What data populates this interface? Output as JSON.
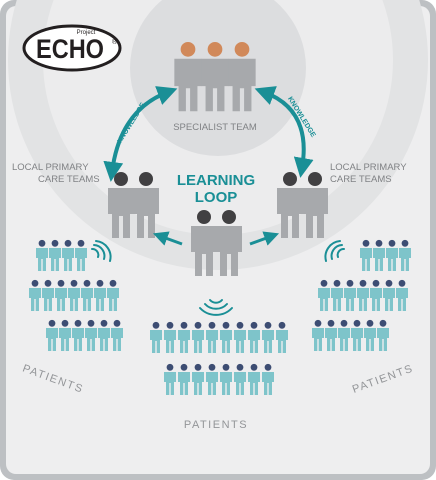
{
  "logo": {
    "small_text": "Project",
    "main_text": "ECHO",
    "mark": "®"
  },
  "center": {
    "line1": "LEARNING",
    "line2": "LOOP"
  },
  "specialist": {
    "label": "SPECIALIST TEAM"
  },
  "local_left": {
    "line1": "LOCAL PRIMARY",
    "line2": "CARE TEAMS"
  },
  "local_right": {
    "line1": "LOCAL PRIMARY",
    "line2": "CARE TEAMS"
  },
  "knowledge_left": "KNOWLEDGE",
  "knowledge_right": "KNOWLEDGE",
  "patients": {
    "left": "PATIENTS",
    "right": "PATIENTS",
    "bottom": "PATIENTS"
  },
  "colors": {
    "frame": "#bdc0c3",
    "ring_outer": "#e6e7e8",
    "ring_mid": "#d6d8da",
    "person": "#a7a9ac",
    "head_dark": "#414042",
    "head_orange": "#d1895a",
    "teal": "#1a8f96",
    "teal_light": "#7ec4ca",
    "patient_head": "#3d4d73",
    "label": "#808285",
    "patients_label": "#939598"
  }
}
